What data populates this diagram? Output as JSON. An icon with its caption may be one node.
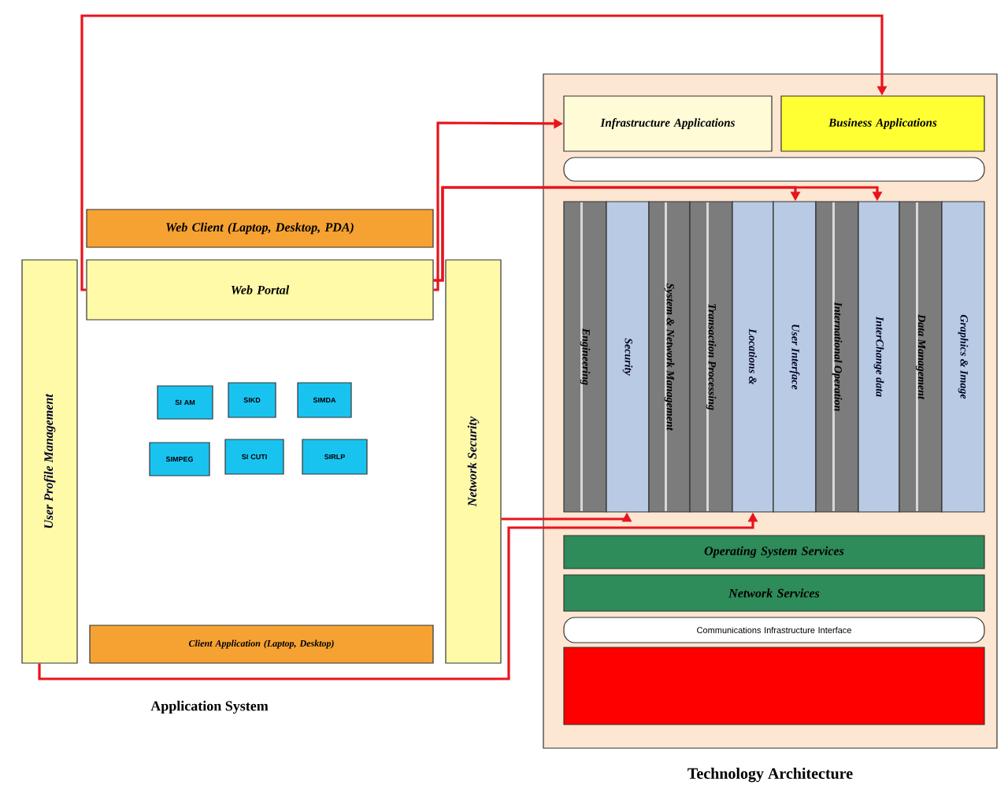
{
  "diagram": {
    "nodes": [
      {
        "text": [
          "Web Client (Laptop, Desktop, PDA)"
        ]
      },
      {
        "text": [
          "Web Portal"
        ]
      },
      {
        "text": [
          "User Profile Management"
        ]
      },
      {
        "text": [
          "Network Security"
        ]
      },
      {
        "text": [
          "SI AM"
        ]
      },
      {
        "text": [
          "SIKD"
        ]
      },
      {
        "text": [
          "SIMDA"
        ]
      },
      {
        "text": [
          "SIMPEG"
        ]
      },
      {
        "text": [
          "SI CUTI"
        ]
      },
      {
        "text": [
          "SIRLP"
        ]
      },
      {
        "text": [
          "Client Application (Laptop, Desktop)"
        ]
      },
      {
        "text": [
          "Technology Architecture"
        ]
      },
      {
        "text": [
          "Infrastructure Applications"
        ],
        "in": 11
      },
      {
        "text": [
          "Business Applications"
        ],
        "in": 11
      },
      {
        "text": [],
        "shape": "bar",
        "in": 11
      },
      {
        "text": [
          "Engineering"
        ],
        "in": 11
      },
      {
        "text": [
          "Security"
        ],
        "in": 11
      },
      {
        "text": [
          "System & Network Management"
        ],
        "in": 11
      },
      {
        "text": [
          "Transaction Processing"
        ],
        "in": 11
      },
      {
        "text": [
          "Locations &"
        ],
        "in": 11
      },
      {
        "text": [
          "User Interface"
        ],
        "in": 11
      },
      {
        "text": [
          "International Operation"
        ],
        "in": 11
      },
      {
        "text": [
          "InterChange data"
        ],
        "in": 11
      },
      {
        "text": [
          "Data Management"
        ],
        "in": 11
      },
      {
        "text": [
          "Graphics & Image"
        ],
        "in": 11
      },
      {
        "text": [
          "Operating System Services"
        ],
        "in": 11
      },
      {
        "text": [
          "Network Services"
        ],
        "in": 11
      },
      {
        "text": [
          "Communications Infrastructure Interface"
        ],
        "in": 11
      },
      {
        "text": [],
        "shape": "box",
        "in": 11
      }
    ],
    "edges": [
      {
        "from": 1,
        "to": 13,
        "arrow": "to"
      },
      {
        "from": 1,
        "to": 12,
        "arrow": "to"
      },
      {
        "from": 1,
        "to": 20,
        "arrow": "to"
      },
      {
        "from": 1,
        "to": 22,
        "arrow": "to"
      },
      {
        "from": 3,
        "to": 16,
        "arrow": "to"
      },
      {
        "from": 2,
        "to": 19,
        "arrow": "to"
      }
    ],
    "labels": [
      "Application System"
    ]
  }
}
